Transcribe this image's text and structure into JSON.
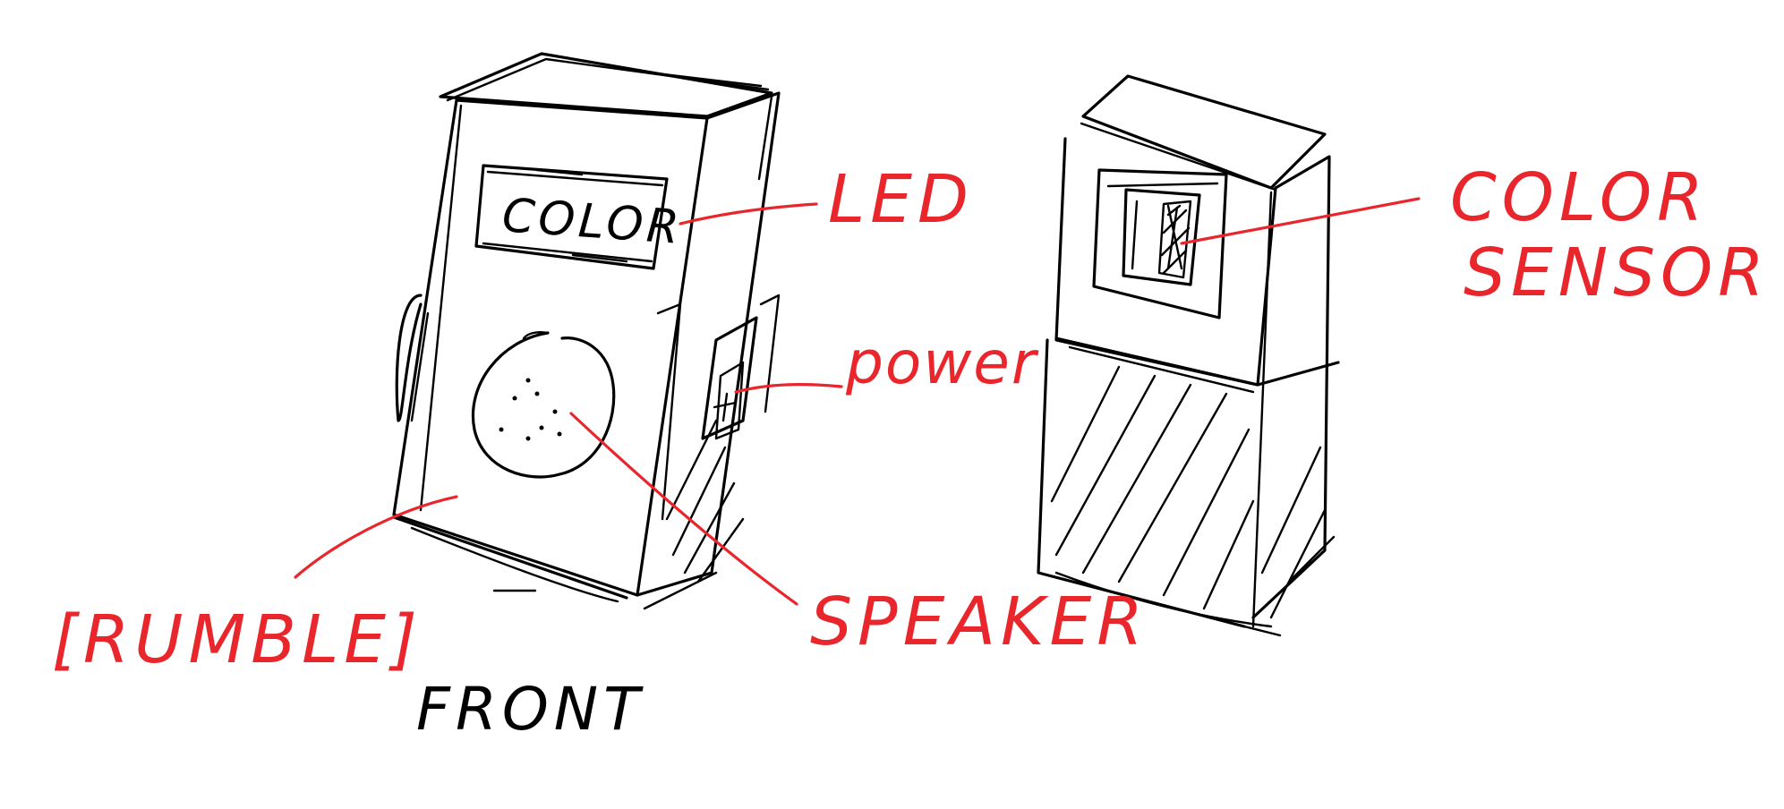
{
  "colors": {
    "annotation": "#e8262c",
    "ink": "#000000",
    "background": "#ffffff"
  },
  "labels": {
    "screen_text": "COLOR",
    "led": "LED",
    "power": "power",
    "speaker": "SPEAKER",
    "rumble": "[RUMBLE]",
    "front": "FRONT",
    "color_sensor_line1": "COLOR",
    "color_sensor_line2": "SENSOR"
  }
}
